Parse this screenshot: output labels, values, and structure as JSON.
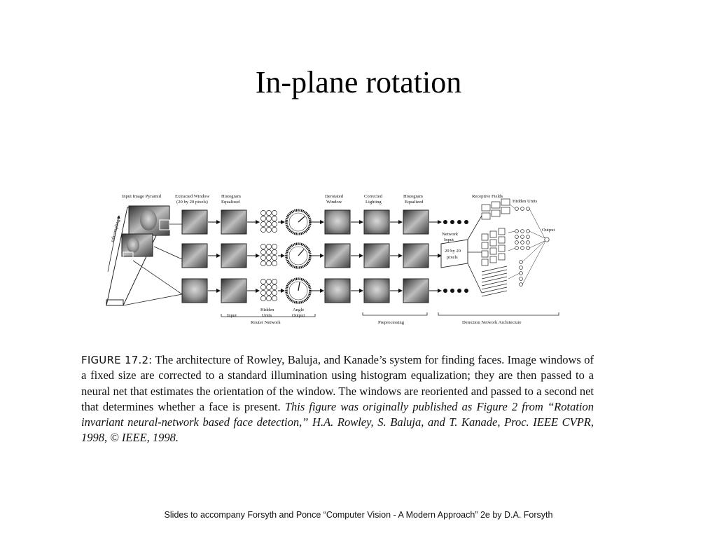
{
  "slide": {
    "title": "In-plane rotation",
    "footer": "Slides to accompany Forsyth and Ponce “Computer Vision - A Modern Approach” 2e by D.A. Forsyth"
  },
  "figure": {
    "top_labels": {
      "pyramid": "Input Image Pyramid",
      "extracted_1": "Extracted Window",
      "extracted_2": "(20 by 20 pixels)",
      "hist_1": "Histogram",
      "hist_2": "Equalized",
      "derot_1": "Derotated",
      "derot_2": "Window",
      "corr_1": "Corrected",
      "corr_2": "Lighting",
      "hist2_1": "Histogram",
      "hist2_2": "Equalized",
      "receptive": "Receptive Fields",
      "hidden": "Hidden Units",
      "output": "Output"
    },
    "side_label": "subsampling",
    "network_input_1": "Network",
    "network_input_2": "Input",
    "box_1": "20 by 20",
    "box_2": "pixels",
    "bottom_labels": {
      "hidden_units_1": "Hidden",
      "hidden_units_2": "Units",
      "angle_1": "Angle",
      "angle_2": "Output",
      "input": "Input",
      "router": "Router Network",
      "preprocessing": "Preprocessing",
      "detection": "Detection Network Architecture"
    }
  },
  "caption": {
    "label": "FIGURE 17.2:",
    "text": " The architecture of Rowley, Baluja, and Kanade’s system for finding faces. Image windows of a fixed size are corrected to a standard illumination using histogram equalization; they are then passed to a neural net that estimates the orientation of the window. The windows are reoriented and passed to a second net that determines whether a face is present. ",
    "credit": "This figure was originally published as Figure 2 from “Rotation invariant neural-network based face detection,” H.A. Rowley, S. Baluja, and T. Kanade, Proc. IEEE CVPR, 1998, © IEEE, 1998."
  }
}
